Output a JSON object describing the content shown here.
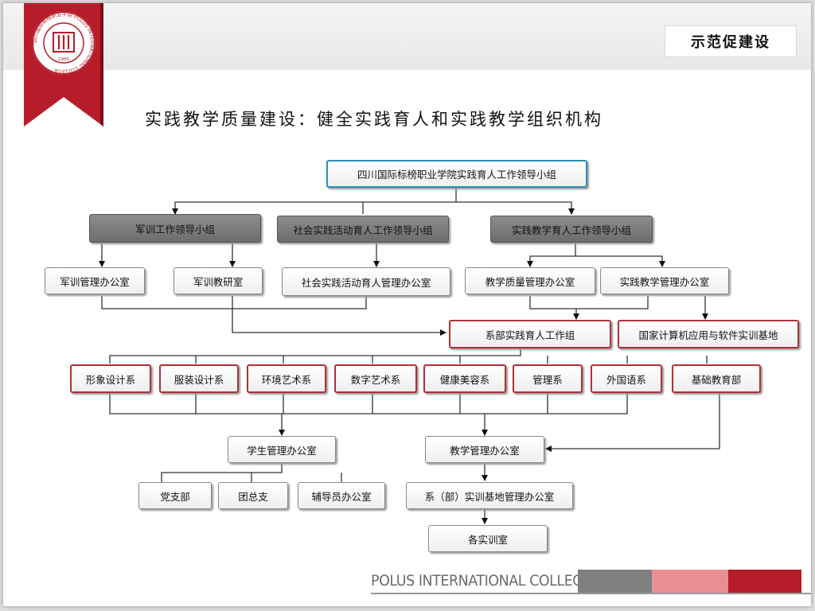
{
  "header": {
    "badge": "示范促建设",
    "title": "实践教学质量建设：健全实践育人和实践教学组织机构"
  },
  "logo": {
    "ring_text": "四川国际标榜职业学院 POLUS INTERNATIONAL COLLEGE",
    "year": "1995",
    "colors": {
      "ribbon": "#b71c2b",
      "ribbon_shadow": "#7a0f1a"
    }
  },
  "org": {
    "root": "四川国际标榜职业学院实践育人工作领导小组",
    "military_group": "军训工作领导小组",
    "social_group": "社会实践活动育人工作领导小组",
    "teaching_group": "实践教学育人工作领导小组",
    "military_office": "军训管理办公室",
    "military_research": "军训教研室",
    "social_office": "社会实践活动育人管理办公室",
    "quality_office": "教学质量管理办公室",
    "practice_office": "实践教学管理办公室",
    "dept_group": "系部实践育人工作组",
    "national_base": "国家计算机应用与软件实训基地",
    "departments": [
      "形象设计系",
      "服装设计系",
      "环境艺术系",
      "数字艺术系",
      "健康美容系",
      "管理系",
      "外国语系",
      "基础教育部"
    ],
    "student_office": "学生管理办公室",
    "teaching_office": "教学管理办公室",
    "party_branch": "党支部",
    "youth_league": "团总支",
    "counselor_office": "辅导员办公室",
    "base_office": "系（部）实训基地管理办公室",
    "labs": "各实训室"
  },
  "footer": {
    "college": "POLUS INTERNATIONAL COLLEGE",
    "colors": {
      "gray": "#808080",
      "pink": "#e98f94",
      "red": "#b71c2b"
    }
  }
}
